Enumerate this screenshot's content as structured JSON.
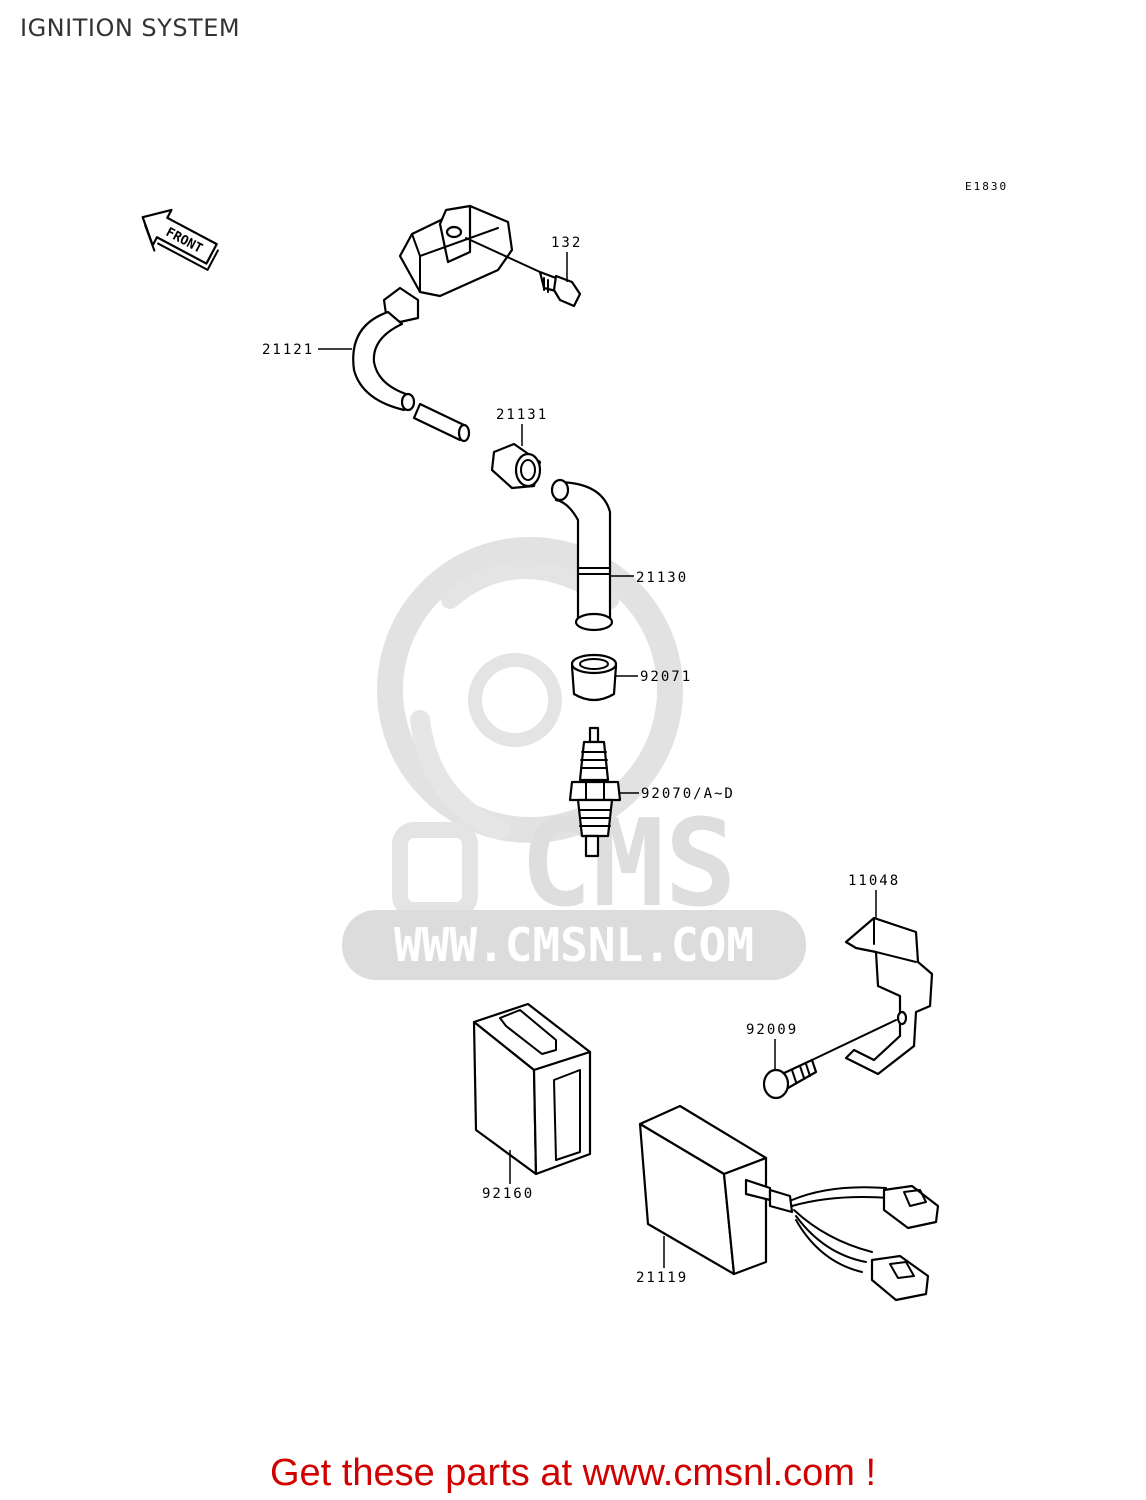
{
  "page_title": "IGNITION SYSTEM",
  "diagram_code": "E1830",
  "front_label": "FRONT",
  "watermark": {
    "brand": "CMS",
    "url": "WWW.CMSNL.COM",
    "color": "#d9d9d9"
  },
  "parts": [
    {
      "number": "132",
      "item": "bolt"
    },
    {
      "number": "21121",
      "item": "ignition-coil"
    },
    {
      "number": "21131",
      "item": "plug-cap-seal"
    },
    {
      "number": "21130",
      "item": "spark-plug-cap"
    },
    {
      "number": "92071",
      "item": "cap-boot"
    },
    {
      "number": "92070/A~D",
      "item": "spark-plug"
    },
    {
      "number": "11048",
      "item": "bracket"
    },
    {
      "number": "92009",
      "item": "screw"
    },
    {
      "number": "92160",
      "item": "damper-case"
    },
    {
      "number": "21119",
      "item": "igniter"
    }
  ],
  "footer": {
    "text": "Get these parts at www.cmsnl.com !",
    "color": "#d10000"
  }
}
